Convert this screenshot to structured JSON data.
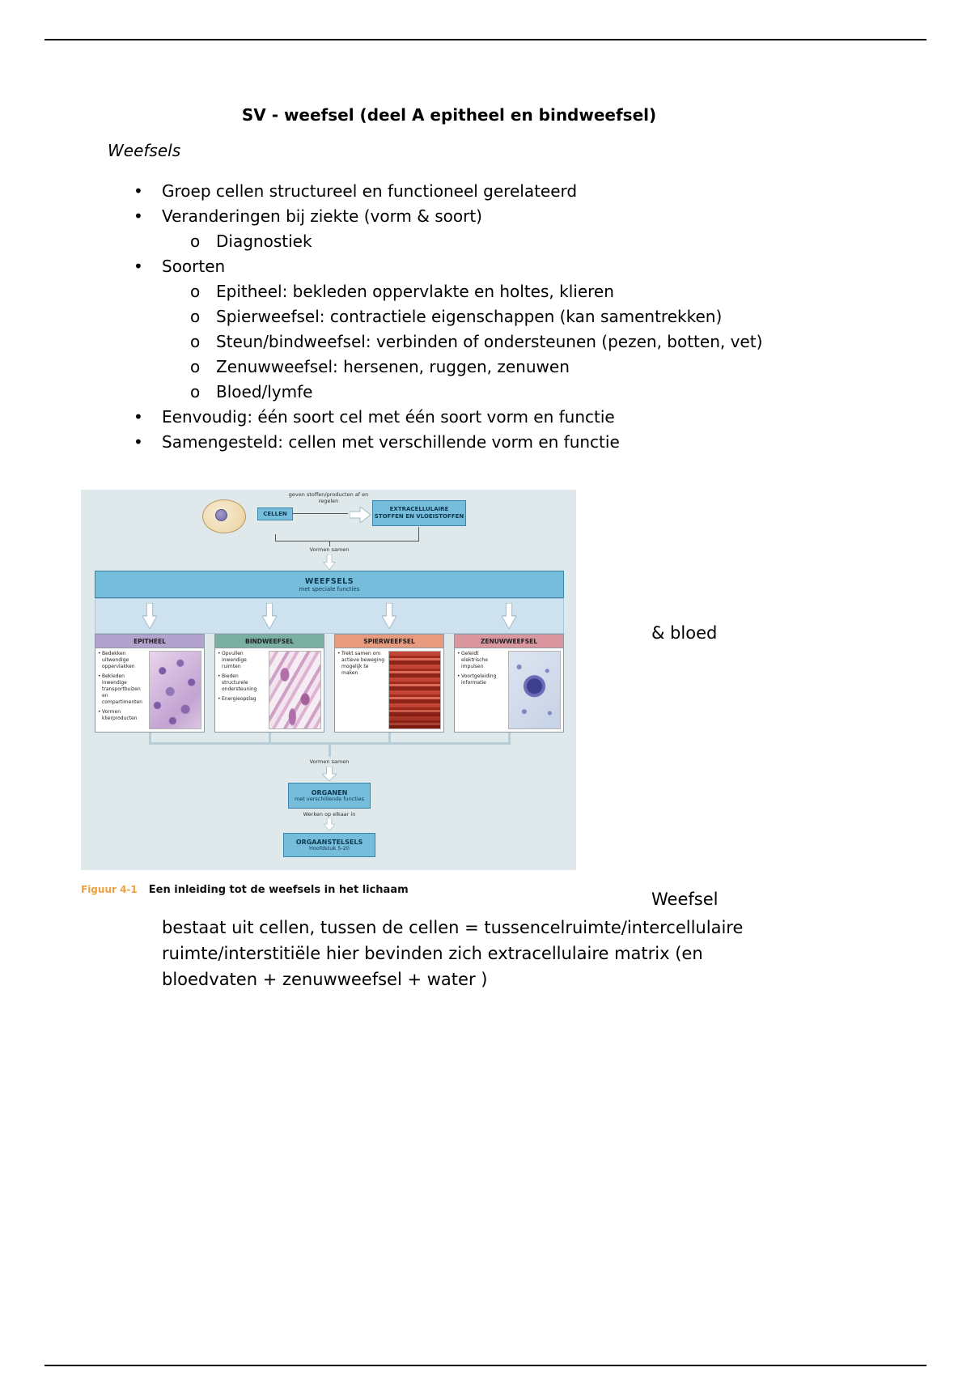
{
  "page": {
    "title": "SV - weefsel (deel A epitheel en bindweefsel)",
    "section_heading": "Weefsels"
  },
  "bullets": [
    {
      "level": 1,
      "marker": "•",
      "text": "Groep cellen structureel en functioneel gerelateerd"
    },
    {
      "level": 1,
      "marker": "•",
      "text": "Veranderingen bij ziekte (vorm & soort)"
    },
    {
      "level": 2,
      "marker": "o",
      "text": "Diagnostiek"
    },
    {
      "level": 1,
      "marker": "•",
      "text": "Soorten"
    },
    {
      "level": 2,
      "marker": "o",
      "text": "Epitheel: bekleden oppervlakte en holtes, klieren"
    },
    {
      "level": 2,
      "marker": "o",
      "text": "Spierweefsel: contractiele eigenschappen (kan samentrekken)"
    },
    {
      "level": 2,
      "marker": "o",
      "text": "Steun/bindweefsel: verbinden of ondersteunen (pezen, botten, vet)"
    },
    {
      "level": 2,
      "marker": "o",
      "text": "Zenuwweefsel: hersenen, ruggen, zenuwen"
    },
    {
      "level": 2,
      "marker": "o",
      "text": "Bloed/lymfe"
    },
    {
      "level": 1,
      "marker": "•",
      "text": "Eenvoudig: één soort cel met één soort vorm en functie"
    },
    {
      "level": 1,
      "marker": "•",
      "text": "Samengesteld: cellen met verschillende vorm en functie"
    }
  ],
  "figure": {
    "background_color": "#dfe8ea",
    "box_blue_color": "#76bcdb",
    "cell_label": "CELLEN",
    "top_note": "geven stoffen/producten af en regelen",
    "extracellular_line1": "EXTRACELLULAIRE",
    "extracellular_line2": "STOFFEN EN VLOEISTOFFEN",
    "vormen_samen": "Vormen samen",
    "weefsels_title": "WEEFSELS",
    "weefsels_subtitle": "met speciale functies",
    "tissue_cards": [
      {
        "title": "EPITHEEL",
        "color": "#b2a2ce",
        "bullets": [
          "Bedekken uitwendige oppervlakken",
          "Bekleden inwendige transportbuizen en compartimenten",
          "Vormen klierproducten"
        ]
      },
      {
        "title": "BINDWEEFSEL",
        "color": "#79b0a1",
        "bullets": [
          "Opvullen inwendige ruimten",
          "Bieden structurele ondersteuning",
          "Energieopslag"
        ]
      },
      {
        "title": "SPIERWEEFSEL",
        "color": "#e89a7e",
        "bullets": [
          "Trekt samen om actieve beweging mogelijk te maken"
        ]
      },
      {
        "title": "ZENUWWEEFSEL",
        "color": "#da97a0",
        "bullets": [
          "Geleidt elektrische impulsen",
          "Voortgeleiding informatie"
        ]
      }
    ],
    "organen_title": "ORGANEN",
    "organen_subtitle": "met verschillende functies",
    "werken_note": "Werken op elkaar in",
    "orgaanstelsels_title": "ORGAANSTELSELS",
    "orgaanstelsels_subtitle": "Hoofdstuk 5-20"
  },
  "caption": {
    "label": "Figuur 4-1",
    "text": "Een inleiding tot de weefsels in het lichaam"
  },
  "side_note": "& bloed",
  "closing": {
    "lead": "Weefsel",
    "lines": [
      "bestaat uit cellen, tussen de cellen = tussencelruimte/intercellulaire",
      "ruimte/interstitiële hier bevinden zich extracellulaire matrix (en",
      "bloedvaten + zenuwweefsel + water )"
    ]
  }
}
